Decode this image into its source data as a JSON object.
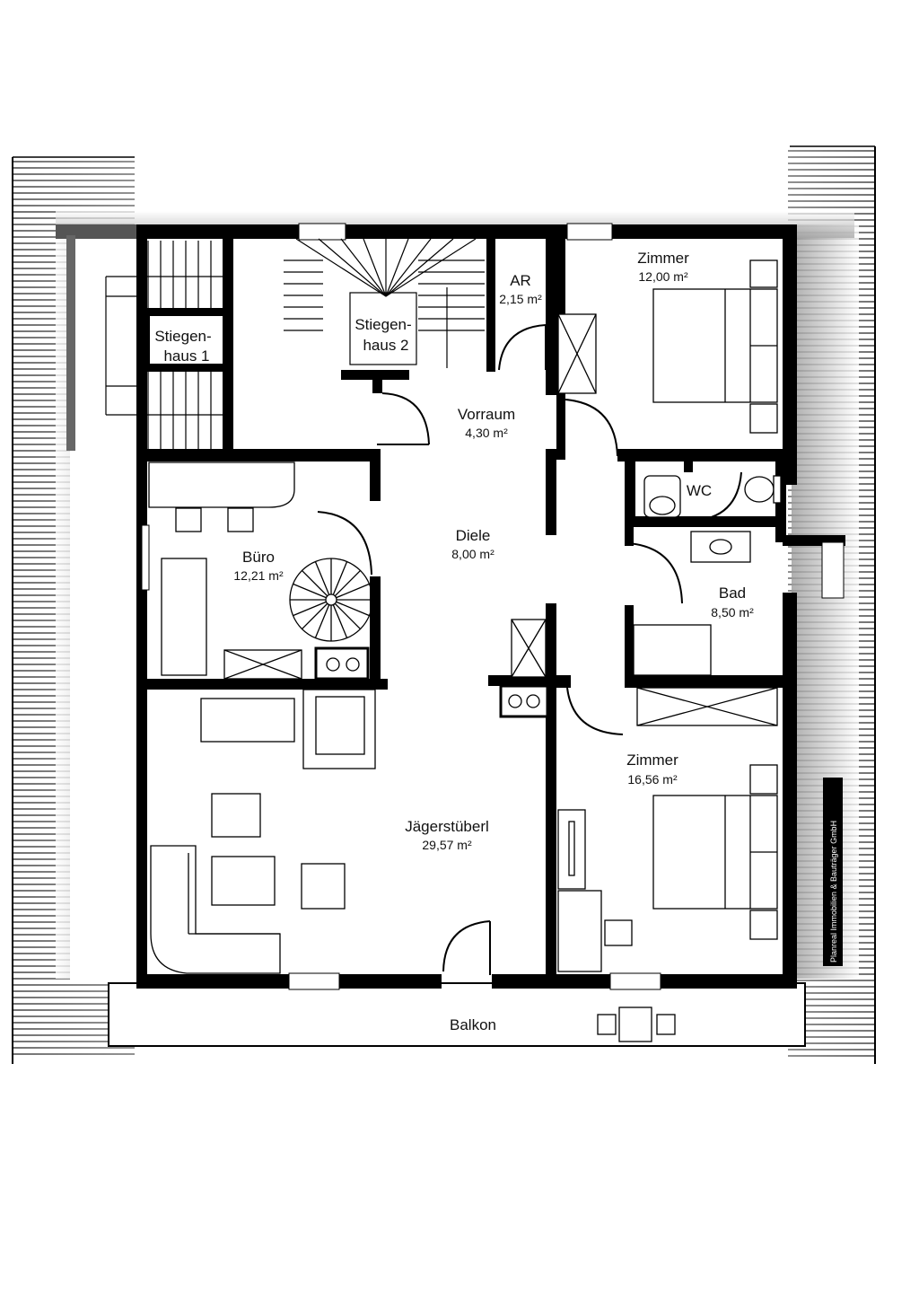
{
  "rooms": {
    "stiegenhaus1": {
      "name_line1": "Stiegen-",
      "name_line2": "haus 1"
    },
    "stiegenhaus2": {
      "name_line1": "Stiegen-",
      "name_line2": "haus 2"
    },
    "ar": {
      "name": "AR",
      "area": "2,15 m²"
    },
    "zimmer_top": {
      "name": "Zimmer",
      "area": "12,00 m²"
    },
    "vorraum": {
      "name": "Vorraum",
      "area": "4,30 m²"
    },
    "wc": {
      "name": "WC"
    },
    "diele": {
      "name": "Diele",
      "area": "8,00 m²"
    },
    "buero": {
      "name": "Büro",
      "area": "12,21 m²"
    },
    "bad": {
      "name": "Bad",
      "area": "8,50 m²"
    },
    "zimmer_bottom": {
      "name": "Zimmer",
      "area": "16,56 m²"
    },
    "jaegerstueberl": {
      "name": "Jägerstüberl",
      "area": "29,57 m²"
    },
    "balkon": {
      "name": "Balkon"
    }
  },
  "credit": "Planreal Immobilien & Bauträger GmbH",
  "colors": {
    "wall": "#000000",
    "background": "#ffffff",
    "roof_lines": "#444444"
  }
}
